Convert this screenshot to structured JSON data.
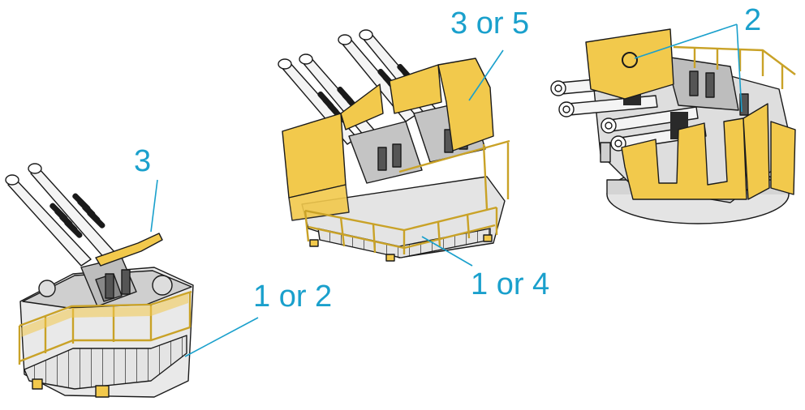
{
  "callouts": {
    "a": "3",
    "b": "1 or 2",
    "c": "3 or 5",
    "d": "1 or 4",
    "e": "2"
  },
  "colors": {
    "brass": "#f2c94c",
    "brass_dark": "#c9a227",
    "line": "#1a1a1a",
    "leader": "#1aa0cc",
    "steel_light": "#e8e8e8",
    "steel_mid": "#bdbdbd"
  },
  "icons": {
    "left": "twin-gun-mount-left-drawing",
    "middle": "quad-gun-mount-drawing",
    "right": "quad-gun-mount-side-drawing"
  }
}
